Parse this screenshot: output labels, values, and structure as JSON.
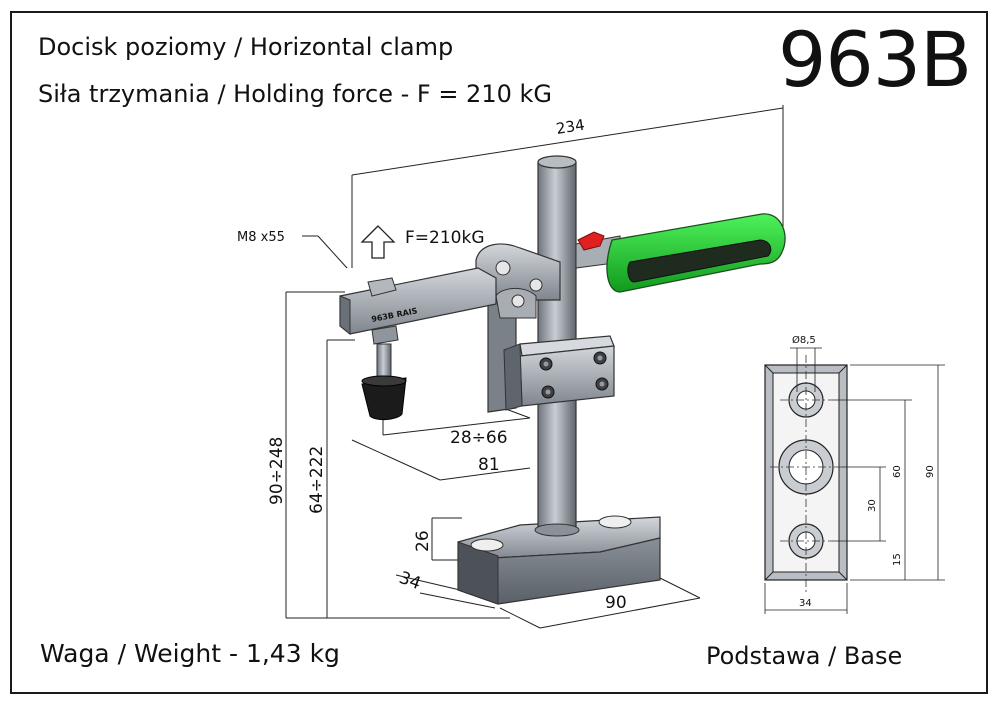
{
  "header": {
    "title": "Docisk poziomy / Horizontal clamp",
    "holding_force": "Siła trzymania / Holding force - F = 210 kG",
    "model": "963B"
  },
  "footer": {
    "weight": "Waga / Weight - 1,43 kg",
    "base_label": "Podstawa / Base"
  },
  "drawing": {
    "force_label": "F=210kG",
    "bolt_label": "M8 x55",
    "engraving": "963B RAIS",
    "dims": {
      "length_total": "234",
      "height_total": "90÷248",
      "height_spindle": "64÷222",
      "reach_range": "28÷66",
      "reach": "81",
      "base_height": "26",
      "base_width": "34",
      "base_length": "90"
    }
  },
  "base_view": {
    "hole_dia": "Ø8,5",
    "dim_90": "90",
    "dim_60": "60",
    "dim_30": "30",
    "dim_15": "15",
    "dim_34": "34"
  },
  "colors": {
    "handle_green": "#22c832",
    "handle_dark": "#1f2b1f",
    "steel": "#9aa0a8",
    "trigger_red": "#e02020"
  }
}
